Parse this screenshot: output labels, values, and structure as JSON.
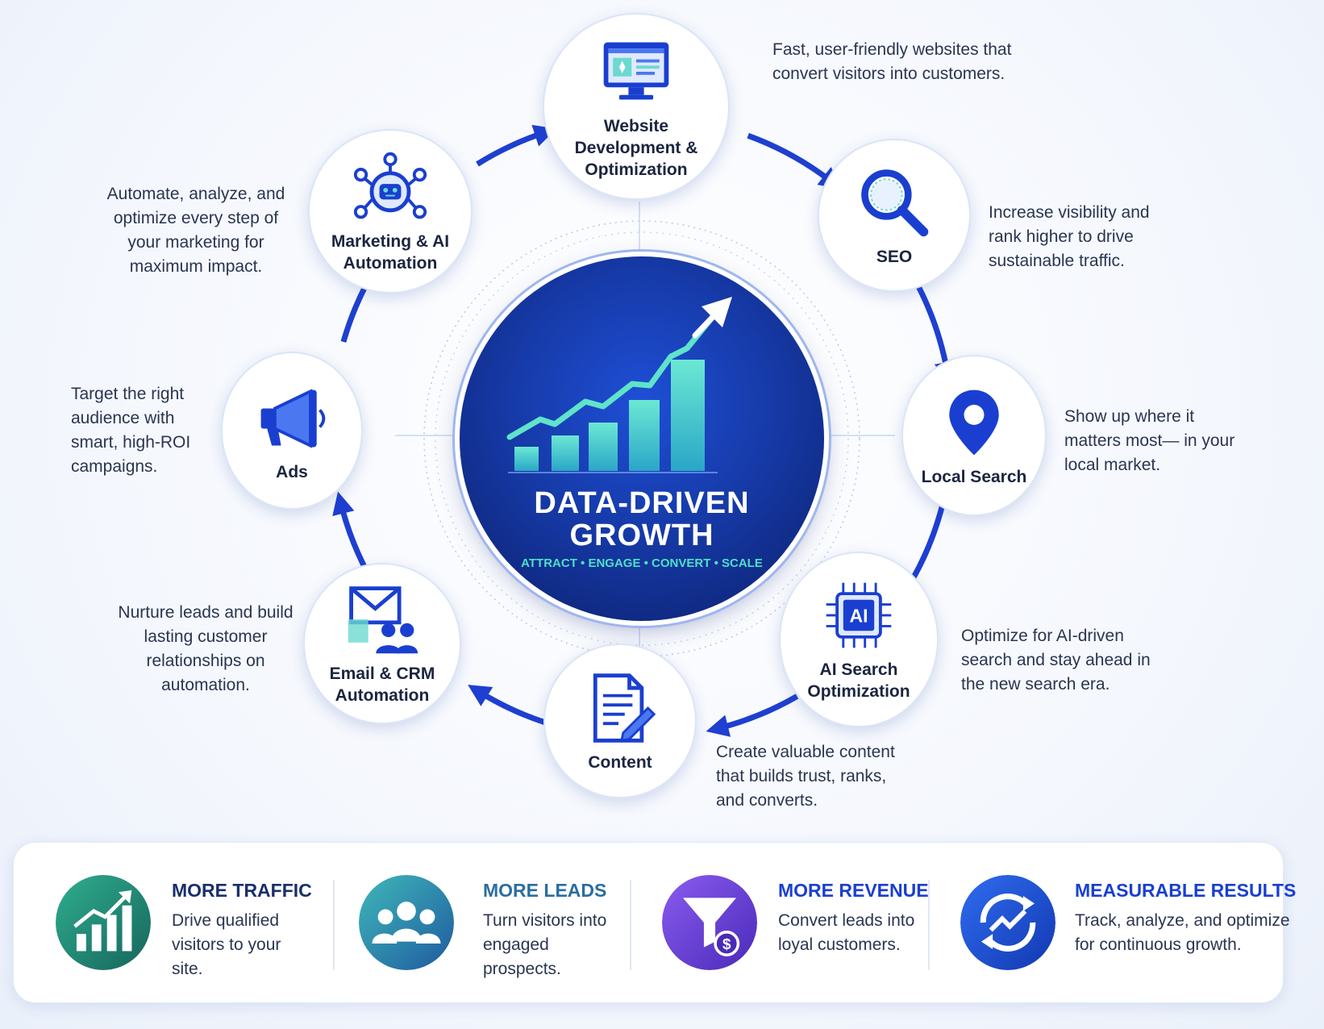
{
  "center": {
    "title_line1": "DATA-DRIVEN",
    "title_line2": "GROWTH",
    "tagline": "ATTRACT • ENGAGE • CONVERT • SCALE"
  },
  "nodes": [
    {
      "label": "Website Development & Optimization",
      "description": "Fast, user-friendly websites that convert visitors into customers.",
      "icon": "monitor-icon"
    },
    {
      "label": "SEO",
      "description": "Increase visibility and rank higher to drive sustainable traffic.",
      "icon": "magnifier-icon"
    },
    {
      "label": "Local Search",
      "description": "Show up where it matters most— in your local market.",
      "icon": "map-pin-icon"
    },
    {
      "label": "AI Search Optimization",
      "description": "Optimize for AI-driven search and stay ahead in the new search era.",
      "icon": "ai-chip-icon"
    },
    {
      "label": "Content",
      "description": "Create valuable content that builds trust, ranks, and converts.",
      "icon": "document-pen-icon"
    },
    {
      "label": "Email & CRM Automation",
      "description": "Nurture leads and build lasting customer relationships on automation.",
      "icon": "email-people-icon"
    },
    {
      "label": "Ads",
      "description": "Target the right audience with smart, high-ROI campaigns.",
      "icon": "megaphone-icon"
    },
    {
      "label": "Marketing & AI Automation",
      "description": "Automate, analyze, and optimize every step of your marketing for maximum impact.",
      "icon": "robot-network-icon"
    }
  ],
  "benefits": [
    {
      "title": "MORE TRAFFIC",
      "text": "Drive qualified visitors to your site.",
      "color": "#1f8a7a",
      "icon": "growth-chart-icon"
    },
    {
      "title": "MORE LEADS",
      "text": "Turn visitors into engaged prospects.",
      "color": "#2a7fa8",
      "icon": "people-group-icon"
    },
    {
      "title": "MORE REVENUE",
      "text": "Convert leads into loyal customers.",
      "color": "#6b3fd6",
      "icon": "funnel-dollar-icon"
    },
    {
      "title": "MEASURABLE RESULTS",
      "text": "Track, analyze, and optimize for continuous growth.",
      "color": "#1a4fd8",
      "icon": "cycle-chart-icon"
    }
  ],
  "colors": {
    "ring_arrow": "#1e3fd0",
    "title_blue": "#1a3fb8",
    "teal": "#3fd6b8"
  }
}
